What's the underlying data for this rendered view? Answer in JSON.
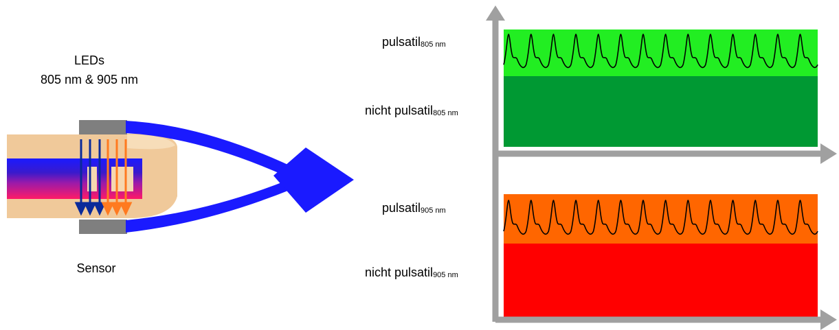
{
  "source_labels": {
    "leds_line1": "LEDs",
    "leds_line2": "805 nm & 905 nm",
    "sensor": "Sensor"
  },
  "signals": [
    {
      "pulsatile_label": "pulsatil",
      "nonpulsatile_label": "nicht pulsatil",
      "wavelength": "805 nm",
      "pulsatile_color": "#22ee22",
      "nonpulsatile_color": "#009933"
    },
    {
      "pulsatile_label": "pulsatil",
      "nonpulsatile_label": "nicht pulsatil",
      "wavelength": "905 nm",
      "pulsatile_color": "#ff6600",
      "nonpulsatile_color": "#ff0000"
    }
  ],
  "colors": {
    "finger": "#f0c99a",
    "sensor_housing": "#7f7f7f",
    "cable_arrow": "#1a1aff",
    "led_805_arrows": "#0a2a9a",
    "led_905_arrows": "#ff7a20",
    "axis": "#a0a0a0",
    "waveform": "#000000"
  },
  "waveform": {
    "pulses_per_band": 14
  }
}
